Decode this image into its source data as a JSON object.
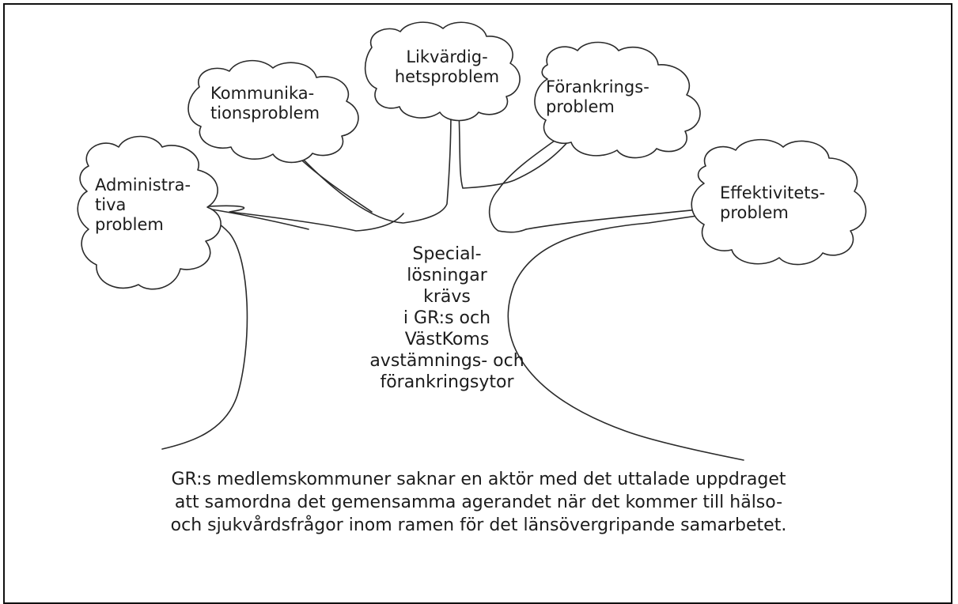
{
  "clouds": {
    "administrativa": "Administra-\ntiva\nproblem",
    "kommunikation": "Kommunika-\ntionsproblem",
    "likvardighet": "Likvärdig-\nhetsproblem",
    "forankring": "Förankrings-\nproblem",
    "effektivitet": "Effektivitets-\nproblem"
  },
  "trunk_text": "Special-\nlösningar\nkrävs\ni GR:s och\nVästKoms\navstämnings- och\nförankringsytor",
  "caption": "GR:s medlemskommuner saknar en aktör med det uttalade uppdraget\natt samordna det gemensamma agerandet när det kommer till hälso-\noch sjukvårdsfrågor inom ramen för det länsövergripande samarbetet."
}
